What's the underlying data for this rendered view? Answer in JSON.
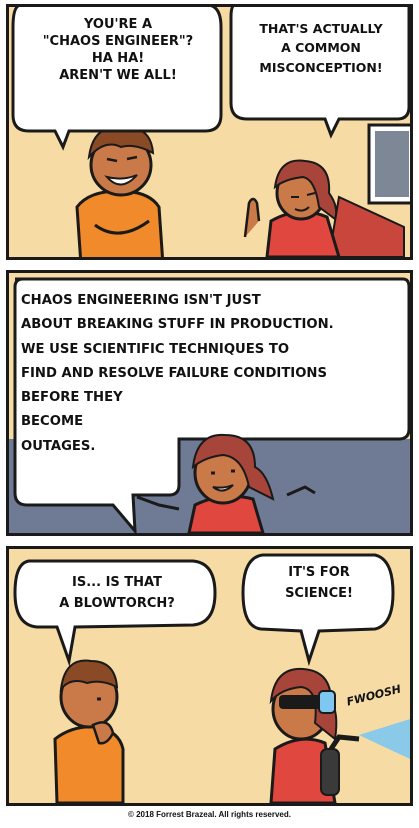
{
  "colors": {
    "background": "#f6dca4",
    "outline": "#1a1a1a",
    "bubble": "#ffffff",
    "wall": "#6f7a95",
    "shirt_man": "#f08a2a",
    "shirt_woman": "#e0473f",
    "hair_woman": "#a8453a",
    "skin": "#c97a48",
    "flame": "#7ec7f0"
  },
  "panel1": {
    "bubble_left": "YOU'RE A\n\"CHAOS ENGINEER\"?\nHA HA!\nAREN'T WE ALL!",
    "bubble_right": "THAT'S ACTUALLY\nA COMMON\nMISCONCEPTION!"
  },
  "panel2": {
    "bubble_main": "CHAOS ENGINEERING ISN'T JUST\nABOUT BREAKING STUFF IN PRODUCTION.\nWE USE SCIENTIFIC TECHNIQUES TO\nFIND AND RESOLVE FAILURE CONDITIONS\nBEFORE THEY\nBECOME\nOUTAGES."
  },
  "panel3": {
    "bubble_left": "IS... IS THAT\nA BLOWTORCH?",
    "bubble_right": "IT'S FOR\nSCIENCE!",
    "sound_effect": "FWOOSH"
  },
  "credit": "© 2018 Forrest Brazeal. All rights reserved."
}
